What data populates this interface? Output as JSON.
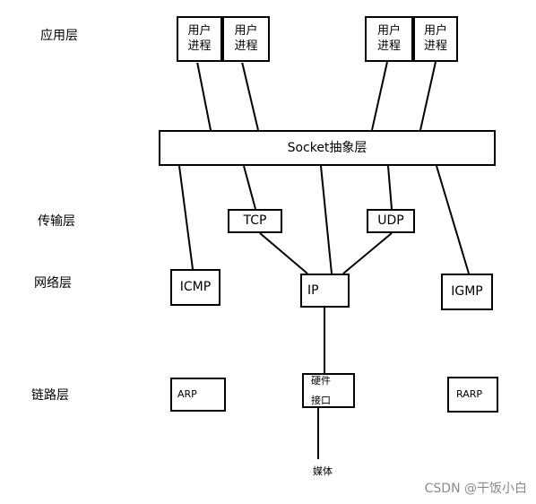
{
  "layers": {
    "app": "应用层",
    "transport": "传输层",
    "network": "网络层",
    "link": "链路层"
  },
  "processes": [
    [
      "用户",
      "进程"
    ],
    [
      "用户",
      "进程"
    ],
    [
      "用户",
      "进程"
    ],
    [
      "用户",
      "进程"
    ]
  ],
  "socket": "Socket抽象层",
  "protocols": {
    "tcp": "TCP",
    "udp": "UDP",
    "icmp": "ICMP",
    "ip": "IP",
    "igmp": "IGMP",
    "arp": "ARP",
    "rarp": "RARP"
  },
  "hardware": [
    "硬件",
    "接口"
  ],
  "medium": "媒体",
  "watermark": "CSDN @干饭小白"
}
